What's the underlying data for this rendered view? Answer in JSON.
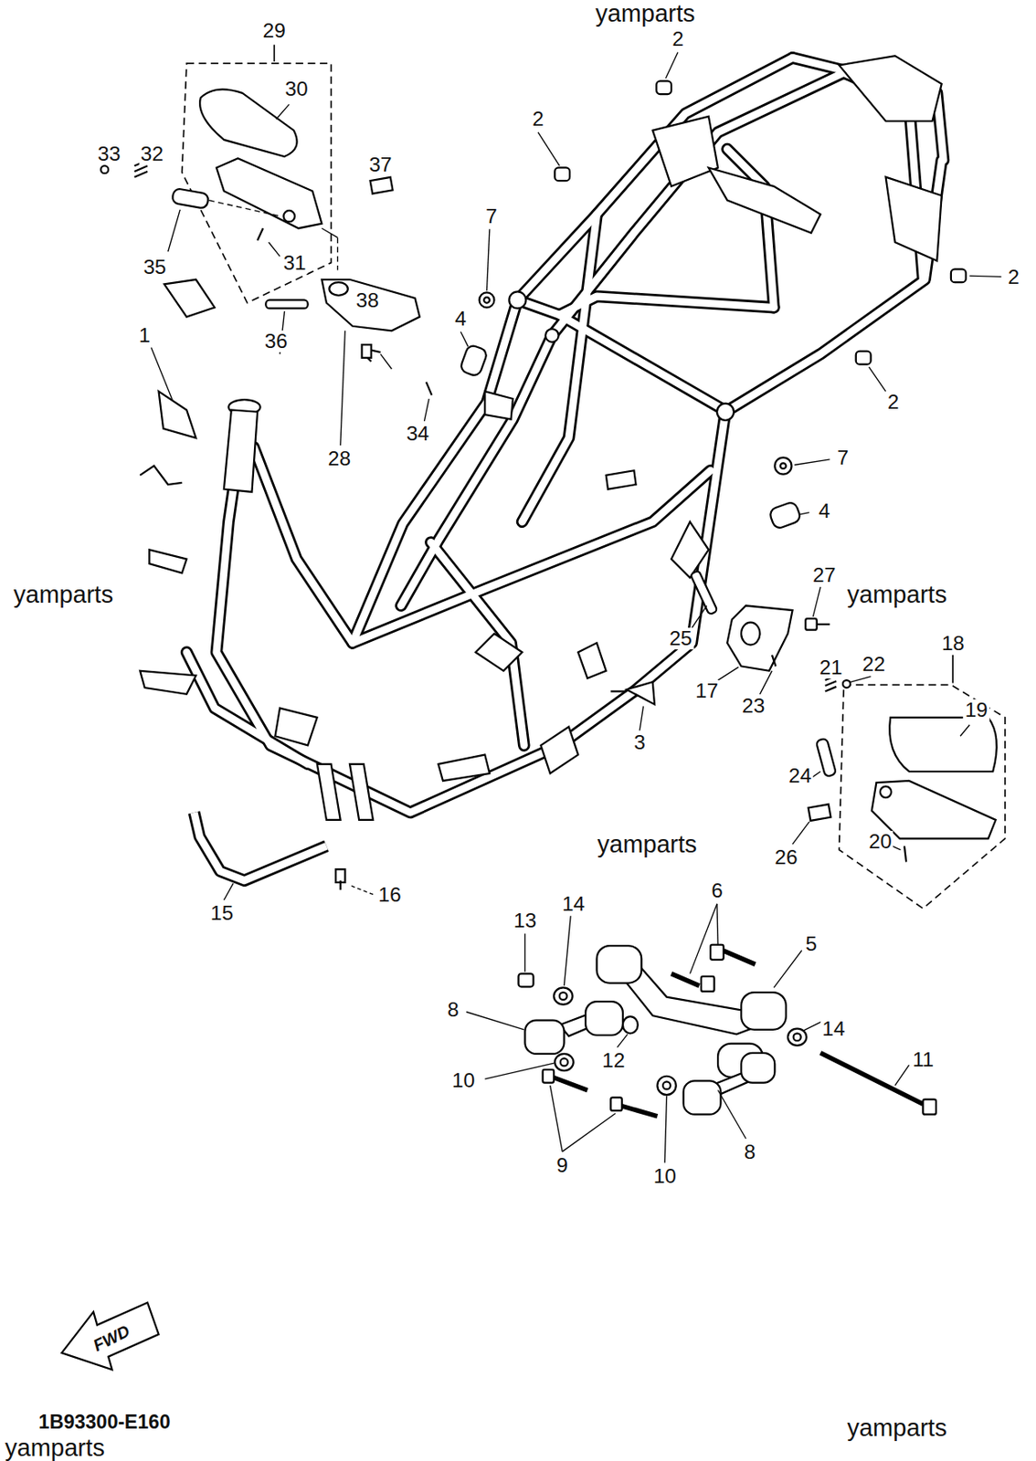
{
  "diagram": {
    "labels": [
      "yamparts",
      "29",
      "2",
      "30",
      "2",
      "33",
      "32",
      "37",
      "7",
      "35",
      "31",
      "2",
      "38",
      "4",
      "1",
      "36",
      "2",
      "34",
      "28",
      "7",
      "4",
      "yamparts",
      "27",
      "yamparts",
      "25",
      "18",
      "21",
      "22",
      "19",
      "17",
      "23",
      "3",
      "24",
      "yamparts",
      "20",
      "26",
      "16",
      "15",
      "6",
      "13",
      "14",
      "5",
      "8",
      "14",
      "12",
      "10",
      "11",
      "9",
      "10",
      "8",
      "FWD",
      "1B93300-E160",
      "yamparts",
      "yamparts"
    ]
  }
}
